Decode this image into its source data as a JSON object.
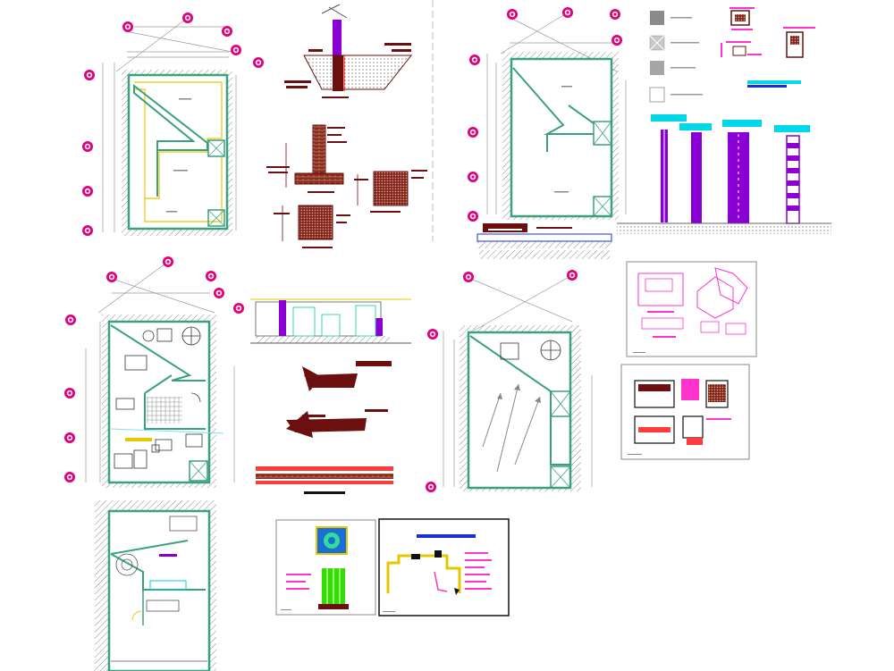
{
  "sheet": {
    "title": "",
    "colors": {
      "wall": "#3aa17e",
      "dim_line": "#9a9a9a",
      "axis_bubble": "#e0007a",
      "hatch": "#7a7a7a",
      "detail_brown": "#6b0f0f",
      "purple": "#8a00d4",
      "cyan": "#00d8e8",
      "magenta": "#ff33cc",
      "yellow": "#e6c800",
      "green_detail": "#33dd00",
      "blue_title": "#1a2fd6",
      "furniture": "#333333"
    }
  },
  "drawings": [
    {
      "id": "plan-1",
      "kind": "floor-plan",
      "note": ""
    },
    {
      "id": "foundation-details",
      "kind": "section-details"
    },
    {
      "id": "plan-2",
      "kind": "floor-plan"
    },
    {
      "id": "legend",
      "kind": "hatch-legend"
    },
    {
      "id": "column-elevations",
      "kind": "elevations"
    },
    {
      "id": "plan-3-furnished",
      "kind": "floor-plan"
    },
    {
      "id": "wall-section",
      "kind": "section"
    },
    {
      "id": "plan-4-roof",
      "kind": "roof-plan"
    },
    {
      "id": "detail-sheet-a",
      "kind": "detail-sheet"
    },
    {
      "id": "detail-sheet-b",
      "kind": "detail-sheet"
    },
    {
      "id": "plan-5-site",
      "kind": "floor-plan"
    },
    {
      "id": "detail-sheet-c",
      "kind": "detail-sheet"
    },
    {
      "id": "detail-sheet-d",
      "kind": "detail-sheet"
    }
  ],
  "legend_items": [
    {
      "swatch": "dark-gray"
    },
    {
      "swatch": "light-crosshatch"
    },
    {
      "swatch": "medium-gray"
    },
    {
      "swatch": "white"
    }
  ]
}
